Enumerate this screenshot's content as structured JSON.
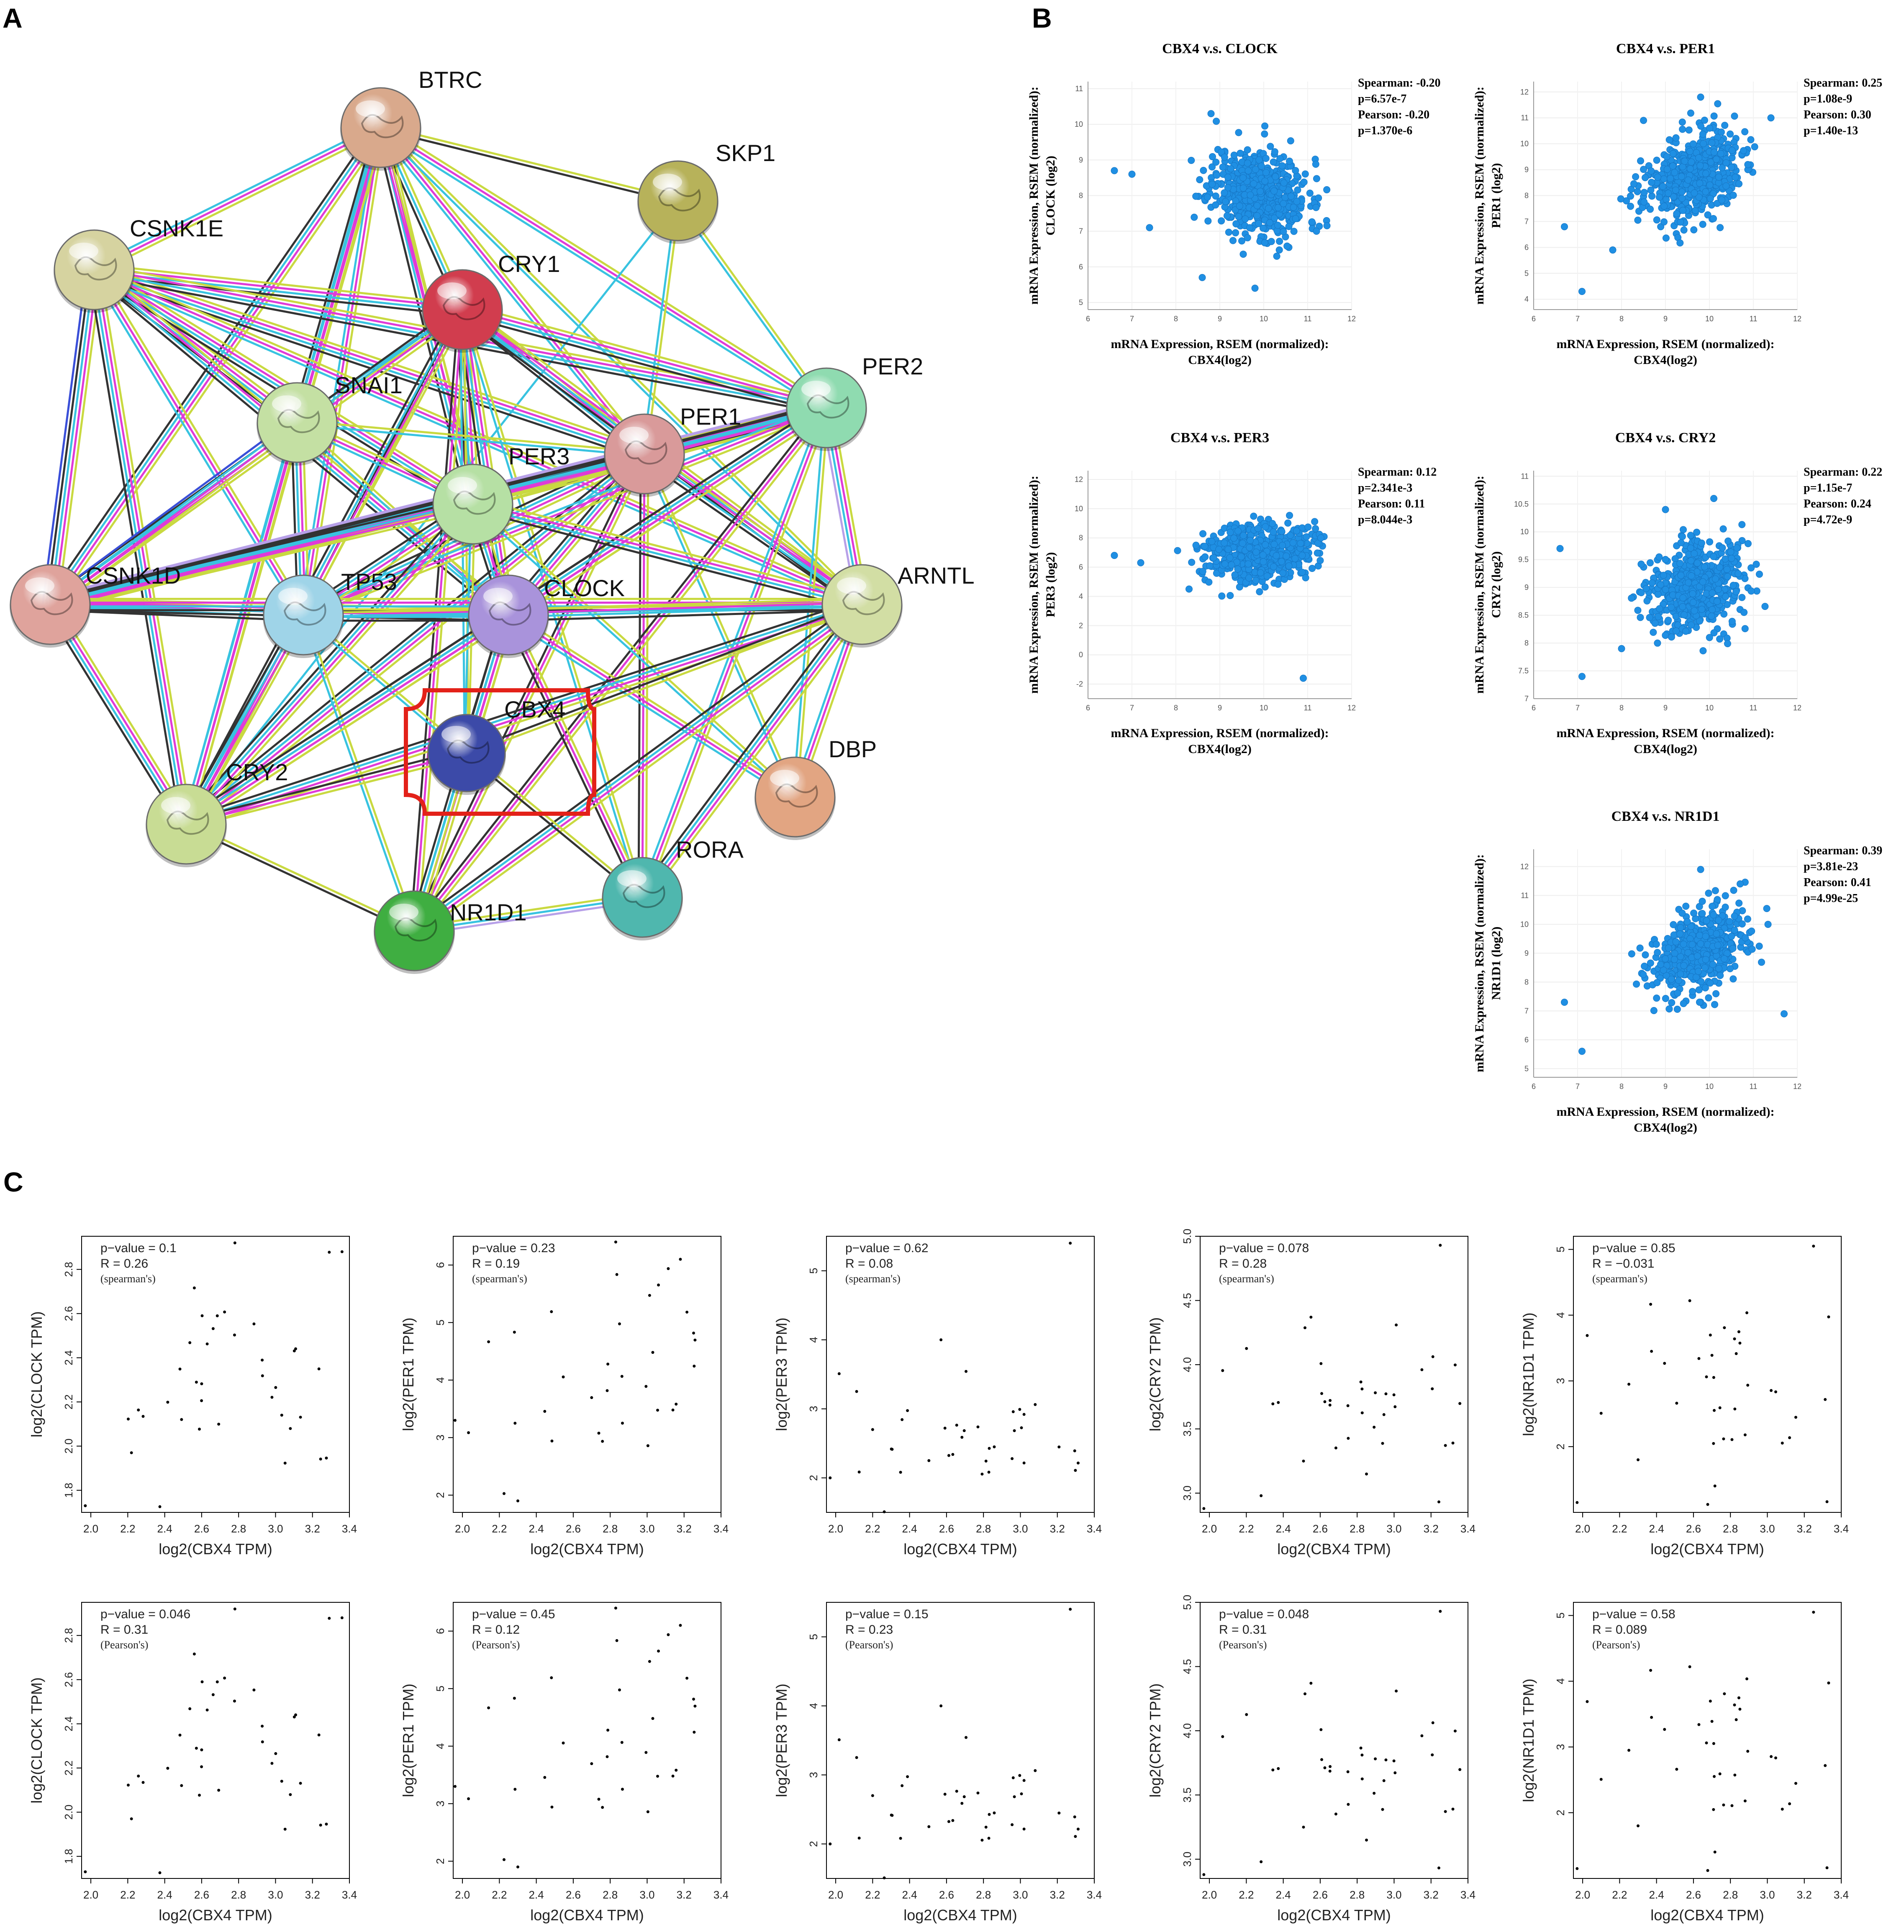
{
  "panels": {
    "A": "A",
    "B": "B",
    "C": "C"
  },
  "network": {
    "highlight_color": "#e32119",
    "nodes": [
      {
        "id": "BTRC",
        "label": "BTRC",
        "color": "#d9a98c"
      },
      {
        "id": "SKP1",
        "label": "SKP1",
        "color": "#b7b25a"
      },
      {
        "id": "CSNK1E",
        "label": "CSNK1E",
        "color": "#d6d3a0"
      },
      {
        "id": "CRY1",
        "label": "CRY1",
        "color": "#d13d4e"
      },
      {
        "id": "SNAI1",
        "label": "SNAI1",
        "color": "#c4e0a3"
      },
      {
        "id": "PER1",
        "label": "PER1",
        "color": "#d99a9a"
      },
      {
        "id": "PER2",
        "label": "PER2",
        "color": "#8fdbb0"
      },
      {
        "id": "PER3",
        "label": "PER3",
        "color": "#b6e0a4"
      },
      {
        "id": "CSNK1D",
        "label": "CSNK1D",
        "color": "#dfa39c"
      },
      {
        "id": "TP53",
        "label": "TP53",
        "color": "#9fd4e8"
      },
      {
        "id": "CLOCK",
        "label": "CLOCK",
        "color": "#a993db"
      },
      {
        "id": "ARNTL",
        "label": "ARNTL",
        "color": "#d2dea4"
      },
      {
        "id": "CBX4",
        "label": "CBX4",
        "color": "#3c4aa8"
      },
      {
        "id": "DBP",
        "label": "DBP",
        "color": "#e2a582"
      },
      {
        "id": "CRY2",
        "label": "CRY2",
        "color": "#c8dc94"
      },
      {
        "id": "RORA",
        "label": "RORA",
        "color": "#4fb7ae"
      },
      {
        "id": "NR1D1",
        "label": "NR1D1",
        "color": "#3fae41"
      }
    ]
  },
  "chart_data": [
    {
      "type": "scatter",
      "group": "B",
      "color": "#1f8fe3",
      "title": "CBX4 v.s. CLOCK",
      "xlabel": "mRNA Expression, RSEM (normalized): CBX4(log2)",
      "ylabel": "mRNA Expression, RSEM (normalized): CLOCK (log2)",
      "xlim": [
        6,
        12
      ],
      "ylim": [
        4.8,
        11.2
      ],
      "xticks": [
        6,
        7,
        8,
        9,
        10,
        11,
        12
      ],
      "yticks": [
        5,
        6,
        7,
        8,
        9,
        10,
        11
      ],
      "stats": [
        "Spearman: -0.20",
        "p=6.57e-7",
        "Pearson: -0.20",
        "p=1.370e-6"
      ],
      "cloud": {
        "n": 560,
        "cx": 9.9,
        "cy": 8.1,
        "sx": 0.55,
        "sy": 0.62,
        "r": -0.2,
        "seed": 11
      },
      "outliers": [
        [
          6.6,
          8.7
        ],
        [
          7.0,
          8.6
        ],
        [
          8.8,
          10.3
        ],
        [
          8.6,
          5.7
        ],
        [
          9.8,
          5.4
        ],
        [
          7.4,
          7.1
        ],
        [
          11.2,
          7.0
        ]
      ]
    },
    {
      "type": "scatter",
      "group": "B",
      "color": "#1f8fe3",
      "title": "CBX4 v.s. PER1",
      "xlabel": "mRNA Expression, RSEM (normalized): CBX4(log2)",
      "ylabel": "mRNA Expression, RSEM (normalized): PER1 (log2)",
      "xlim": [
        6,
        12
      ],
      "ylim": [
        3.6,
        12.4
      ],
      "xticks": [
        6,
        7,
        8,
        9,
        10,
        11,
        12
      ],
      "yticks": [
        4,
        5,
        6,
        7,
        8,
        9,
        10,
        11,
        12
      ],
      "stats": [
        "Spearman: 0.25",
        "p=1.08e-9",
        "Pearson: 0.30",
        "p=1.40e-13"
      ],
      "cloud": {
        "n": 560,
        "cx": 9.6,
        "cy": 8.7,
        "sx": 0.55,
        "sy": 0.85,
        "r": 0.3,
        "seed": 23
      },
      "outliers": [
        [
          6.7,
          6.8
        ],
        [
          7.1,
          4.3
        ],
        [
          7.8,
          5.9
        ],
        [
          8.5,
          10.9
        ],
        [
          9.8,
          11.8
        ],
        [
          11.4,
          11.0
        ]
      ]
    },
    {
      "type": "scatter",
      "group": "B",
      "color": "#1f8fe3",
      "title": "CBX4 v.s. PER3",
      "xlabel": "mRNA Expression, RSEM (normalized): CBX4(log2)",
      "ylabel": "mRNA Expression, RSEM (normalized): PER3 (log2)",
      "xlim": [
        6,
        12
      ],
      "ylim": [
        -3,
        12.6
      ],
      "xticks": [
        6,
        7,
        8,
        9,
        10,
        11,
        12
      ],
      "yticks": [
        -2,
        0,
        2,
        4,
        6,
        8,
        10,
        12
      ],
      "stats": [
        "Spearman: 0.12",
        "p=2.341e-3",
        "Pearson: 0.11",
        "p=8.044e-3"
      ],
      "cloud": {
        "n": 560,
        "cx": 9.9,
        "cy": 7.1,
        "sx": 0.6,
        "sy": 1.0,
        "r": 0.12,
        "seed": 37
      },
      "outliers": [
        [
          6.6,
          6.8
        ],
        [
          7.2,
          6.3
        ],
        [
          10.9,
          -1.6
        ],
        [
          11.3,
          8.0
        ],
        [
          8.3,
          4.5
        ]
      ]
    },
    {
      "type": "scatter",
      "group": "B",
      "color": "#1f8fe3",
      "title": "CBX4 v.s. CRY2",
      "xlabel": "mRNA Expression, RSEM (normalized): CBX4(log2)",
      "ylabel": "mRNA Expression, RSEM (normalized): CRY2 (log2)",
      "xlim": [
        6,
        12
      ],
      "ylim": [
        7,
        11.1
      ],
      "xticks": [
        6,
        7,
        8,
        9,
        10,
        11,
        12
      ],
      "yticks": [
        7,
        7.5,
        8,
        8.5,
        9,
        9.5,
        10,
        10.5,
        11
      ],
      "stats": [
        "Spearman: 0.22",
        "p=1.15e-7",
        "Pearson: 0.24",
        "p=4.72e-9"
      ],
      "cloud": {
        "n": 560,
        "cx": 9.7,
        "cy": 9.0,
        "sx": 0.55,
        "sy": 0.42,
        "r": 0.24,
        "seed": 41
      },
      "outliers": [
        [
          6.6,
          9.7
        ],
        [
          7.1,
          7.4
        ],
        [
          10.1,
          10.6
        ],
        [
          9.0,
          10.4
        ],
        [
          8.0,
          7.9
        ]
      ]
    },
    {
      "type": "scatter",
      "group": "B",
      "color": "#1f8fe3",
      "title": "CBX4 v.s. NR1D1",
      "xlabel": "mRNA Expression, RSEM (normalized): CBX4(log2)",
      "ylabel": "mRNA Expression, RSEM (normalized): NR1D1 (log2)",
      "xlim": [
        6,
        12
      ],
      "ylim": [
        4.7,
        12.6
      ],
      "xticks": [
        6,
        7,
        8,
        9,
        10,
        11,
        12
      ],
      "yticks": [
        5,
        6,
        7,
        8,
        9,
        10,
        11,
        12
      ],
      "stats": [
        "Spearman: 0.39",
        "p=3.81e-23",
        "Pearson: 0.41",
        "p=4.99e-25"
      ],
      "cloud": {
        "n": 560,
        "cx": 9.8,
        "cy": 9.1,
        "sx": 0.55,
        "sy": 0.75,
        "r": 0.41,
        "seed": 53
      },
      "outliers": [
        [
          6.7,
          7.3
        ],
        [
          7.1,
          5.6
        ],
        [
          9.8,
          11.9
        ],
        [
          11.7,
          6.9
        ],
        [
          10.7,
          11.4
        ]
      ]
    },
    {
      "type": "scatter",
      "group": "C",
      "color": "#000000",
      "pval": "p−value = 0.1",
      "rval": "R = 0.26",
      "method": "(spearman's)",
      "xlabel": "log2(CBX4 TPM)",
      "ylabel": "log2(CLOCK TPM)",
      "xlim": [
        1.95,
        3.4
      ],
      "ylim": [
        1.7,
        2.95
      ],
      "xticks": [
        "2.0",
        "2.2",
        "2.4",
        "2.6",
        "2.8",
        "3.0",
        "3.2",
        "3.4"
      ],
      "yticks": [
        "1.8",
        "2.0",
        "2.2",
        "2.4",
        "2.6",
        "2.8"
      ],
      "cloud": {
        "n": 36,
        "cx": 2.75,
        "cy": 2.3,
        "sx": 0.33,
        "sy": 0.24,
        "r": 0.26,
        "seed": 101
      },
      "outliers": [
        [
          1.97,
          1.73
        ],
        [
          2.78,
          2.92
        ],
        [
          3.36,
          2.88
        ],
        [
          2.22,
          1.97
        ]
      ]
    },
    {
      "type": "scatter",
      "group": "C",
      "color": "#000000",
      "pval": "p−value = 0.23",
      "rval": "R = 0.19",
      "method": "(spearman's)",
      "xlabel": "log2(CBX4 TPM)",
      "ylabel": "log2(PER1 TPM)",
      "xlim": [
        1.95,
        3.4
      ],
      "ylim": [
        1.7,
        6.5
      ],
      "xticks": [
        "2.0",
        "2.2",
        "2.4",
        "2.6",
        "2.8",
        "3.0",
        "3.2",
        "3.4"
      ],
      "yticks": [
        "2",
        "3",
        "4",
        "5",
        "6"
      ],
      "cloud": {
        "n": 36,
        "cx": 2.8,
        "cy": 4.0,
        "sx": 0.33,
        "sy": 1.1,
        "r": 0.19,
        "seed": 113
      },
      "outliers": [
        [
          1.96,
          3.3
        ],
        [
          2.3,
          1.9
        ],
        [
          2.83,
          6.4
        ],
        [
          3.18,
          6.1
        ]
      ]
    },
    {
      "type": "scatter",
      "group": "C",
      "color": "#000000",
      "pval": "p−value = 0.62",
      "rval": "R = 0.08",
      "method": "(spearman's)",
      "xlabel": "log2(CBX4 TPM)",
      "ylabel": "log2(PER3 TPM)",
      "xlim": [
        1.95,
        3.4
      ],
      "ylim": [
        1.5,
        5.5
      ],
      "xticks": [
        "2.0",
        "2.2",
        "2.4",
        "2.6",
        "2.8",
        "3.0",
        "3.2",
        "3.4"
      ],
      "yticks": [
        "2",
        "3",
        "4",
        "5"
      ],
      "cloud": {
        "n": 36,
        "cx": 2.8,
        "cy": 2.5,
        "sx": 0.33,
        "sy": 0.5,
        "r": 0.08,
        "seed": 127
      },
      "outliers": [
        [
          1.97,
          2.0
        ],
        [
          3.27,
          5.4
        ],
        [
          2.57,
          4.0
        ],
        [
          2.2,
          2.7
        ]
      ]
    },
    {
      "type": "scatter",
      "group": "C",
      "color": "#000000",
      "pval": "p−value = 0.078",
      "rval": "R = 0.28",
      "method": "(spearman's)",
      "xlabel": "log2(CBX4 TPM)",
      "ylabel": "log2(CRY2 TPM)",
      "xlim": [
        1.95,
        3.4
      ],
      "ylim": [
        2.85,
        5.0
      ],
      "xticks": [
        "2.0",
        "2.2",
        "2.4",
        "2.6",
        "2.8",
        "3.0",
        "3.2",
        "3.4"
      ],
      "yticks": [
        "3.0",
        "3.5",
        "4.0",
        "4.5",
        "5.0"
      ],
      "cloud": {
        "n": 36,
        "cx": 2.85,
        "cy": 3.7,
        "sx": 0.3,
        "sy": 0.3,
        "r": 0.28,
        "seed": 139
      },
      "outliers": [
        [
          1.97,
          2.88
        ],
        [
          2.28,
          2.98
        ],
        [
          3.25,
          4.93
        ],
        [
          2.55,
          4.37
        ]
      ]
    },
    {
      "type": "scatter",
      "group": "C",
      "color": "#000000",
      "pval": "p−value = 0.85",
      "rval": "R = −0.031",
      "method": "(spearman's)",
      "xlabel": "log2(CBX4 TPM)",
      "ylabel": "log2(NR1D1 TPM)",
      "xlim": [
        1.95,
        3.4
      ],
      "ylim": [
        1.0,
        5.2
      ],
      "xticks": [
        "2.0",
        "2.2",
        "2.4",
        "2.6",
        "2.8",
        "3.0",
        "3.2",
        "3.4"
      ],
      "yticks": [
        "2",
        "3",
        "4",
        "5"
      ],
      "cloud": {
        "n": 36,
        "cx": 2.85,
        "cy": 2.8,
        "sx": 0.3,
        "sy": 0.65,
        "r": -0.03,
        "seed": 151
      },
      "outliers": [
        [
          1.97,
          1.15
        ],
        [
          3.25,
          5.05
        ],
        [
          2.58,
          4.22
        ],
        [
          2.3,
          1.8
        ]
      ]
    },
    {
      "type": "scatter",
      "group": "C",
      "color": "#000000",
      "pval": "p−value = 0.046",
      "rval": "R = 0.31",
      "method": "(Pearson's)",
      "xlabel": "log2(CBX4 TPM)",
      "ylabel": "log2(CLOCK TPM)",
      "xlim": [
        1.95,
        3.4
      ],
      "ylim": [
        1.7,
        2.95
      ],
      "xticks": [
        "2.0",
        "2.2",
        "2.4",
        "2.6",
        "2.8",
        "3.0",
        "3.2",
        "3.4"
      ],
      "yticks": [
        "1.8",
        "2.0",
        "2.2",
        "2.4",
        "2.6",
        "2.8"
      ],
      "cloud": {
        "n": 36,
        "cx": 2.75,
        "cy": 2.3,
        "sx": 0.33,
        "sy": 0.24,
        "r": 0.26,
        "seed": 101
      },
      "outliers": [
        [
          1.97,
          1.73
        ],
        [
          2.78,
          2.92
        ],
        [
          3.36,
          2.88
        ],
        [
          2.22,
          1.97
        ]
      ]
    },
    {
      "type": "scatter",
      "group": "C",
      "color": "#000000",
      "pval": "p−value = 0.45",
      "rval": "R = 0.12",
      "method": "(Pearson's)",
      "xlabel": "log2(CBX4 TPM)",
      "ylabel": "log2(PER1 TPM)",
      "xlim": [
        1.95,
        3.4
      ],
      "ylim": [
        1.7,
        6.5
      ],
      "xticks": [
        "2.0",
        "2.2",
        "2.4",
        "2.6",
        "2.8",
        "3.0",
        "3.2",
        "3.4"
      ],
      "yticks": [
        "2",
        "3",
        "4",
        "5",
        "6"
      ],
      "cloud": {
        "n": 36,
        "cx": 2.8,
        "cy": 4.0,
        "sx": 0.33,
        "sy": 1.1,
        "r": 0.19,
        "seed": 113
      },
      "outliers": [
        [
          1.96,
          3.3
        ],
        [
          2.3,
          1.9
        ],
        [
          2.83,
          6.4
        ],
        [
          3.18,
          6.1
        ]
      ]
    },
    {
      "type": "scatter",
      "group": "C",
      "color": "#000000",
      "pval": "p−value = 0.15",
      "rval": "R = 0.23",
      "method": "(Pearson's)",
      "xlabel": "log2(CBX4 TPM)",
      "ylabel": "log2(PER3 TPM)",
      "xlim": [
        1.95,
        3.4
      ],
      "ylim": [
        1.5,
        5.5
      ],
      "xticks": [
        "2.0",
        "2.2",
        "2.4",
        "2.6",
        "2.8",
        "3.0",
        "3.2",
        "3.4"
      ],
      "yticks": [
        "2",
        "3",
        "4",
        "5"
      ],
      "cloud": {
        "n": 36,
        "cx": 2.8,
        "cy": 2.5,
        "sx": 0.33,
        "sy": 0.5,
        "r": 0.08,
        "seed": 127
      },
      "outliers": [
        [
          1.97,
          2.0
        ],
        [
          3.27,
          5.4
        ],
        [
          2.57,
          4.0
        ],
        [
          2.2,
          2.7
        ]
      ]
    },
    {
      "type": "scatter",
      "group": "C",
      "color": "#000000",
      "pval": "p−value = 0.048",
      "rval": "R = 0.31",
      "method": "(Pearson's)",
      "xlabel": "log2(CBX4 TPM)",
      "ylabel": "log2(CRY2 TPM)",
      "xlim": [
        1.95,
        3.4
      ],
      "ylim": [
        2.85,
        5.0
      ],
      "xticks": [
        "2.0",
        "2.2",
        "2.4",
        "2.6",
        "2.8",
        "3.0",
        "3.2",
        "3.4"
      ],
      "yticks": [
        "3.0",
        "3.5",
        "4.0",
        "4.5",
        "5.0"
      ],
      "cloud": {
        "n": 36,
        "cx": 2.85,
        "cy": 3.7,
        "sx": 0.3,
        "sy": 0.3,
        "r": 0.28,
        "seed": 139
      },
      "outliers": [
        [
          1.97,
          2.88
        ],
        [
          2.28,
          2.98
        ],
        [
          3.25,
          4.93
        ],
        [
          2.55,
          4.37
        ]
      ]
    },
    {
      "type": "scatter",
      "group": "C",
      "color": "#000000",
      "pval": "p−value = 0.58",
      "rval": "R = 0.089",
      "method": "(Pearson's)",
      "xlabel": "log2(CBX4 TPM)",
      "ylabel": "log2(NR1D1 TPM)",
      "xlim": [
        1.95,
        3.4
      ],
      "ylim": [
        1.0,
        5.2
      ],
      "xticks": [
        "2.0",
        "2.2",
        "2.4",
        "2.6",
        "2.8",
        "3.0",
        "3.2",
        "3.4"
      ],
      "yticks": [
        "2",
        "3",
        "4",
        "5"
      ],
      "cloud": {
        "n": 36,
        "cx": 2.85,
        "cy": 2.8,
        "sx": 0.3,
        "sy": 0.65,
        "r": -0.03,
        "seed": 151
      },
      "outliers": [
        [
          1.97,
          1.15
        ],
        [
          3.25,
          5.05
        ],
        [
          2.58,
          4.22
        ],
        [
          2.3,
          1.8
        ]
      ]
    }
  ]
}
